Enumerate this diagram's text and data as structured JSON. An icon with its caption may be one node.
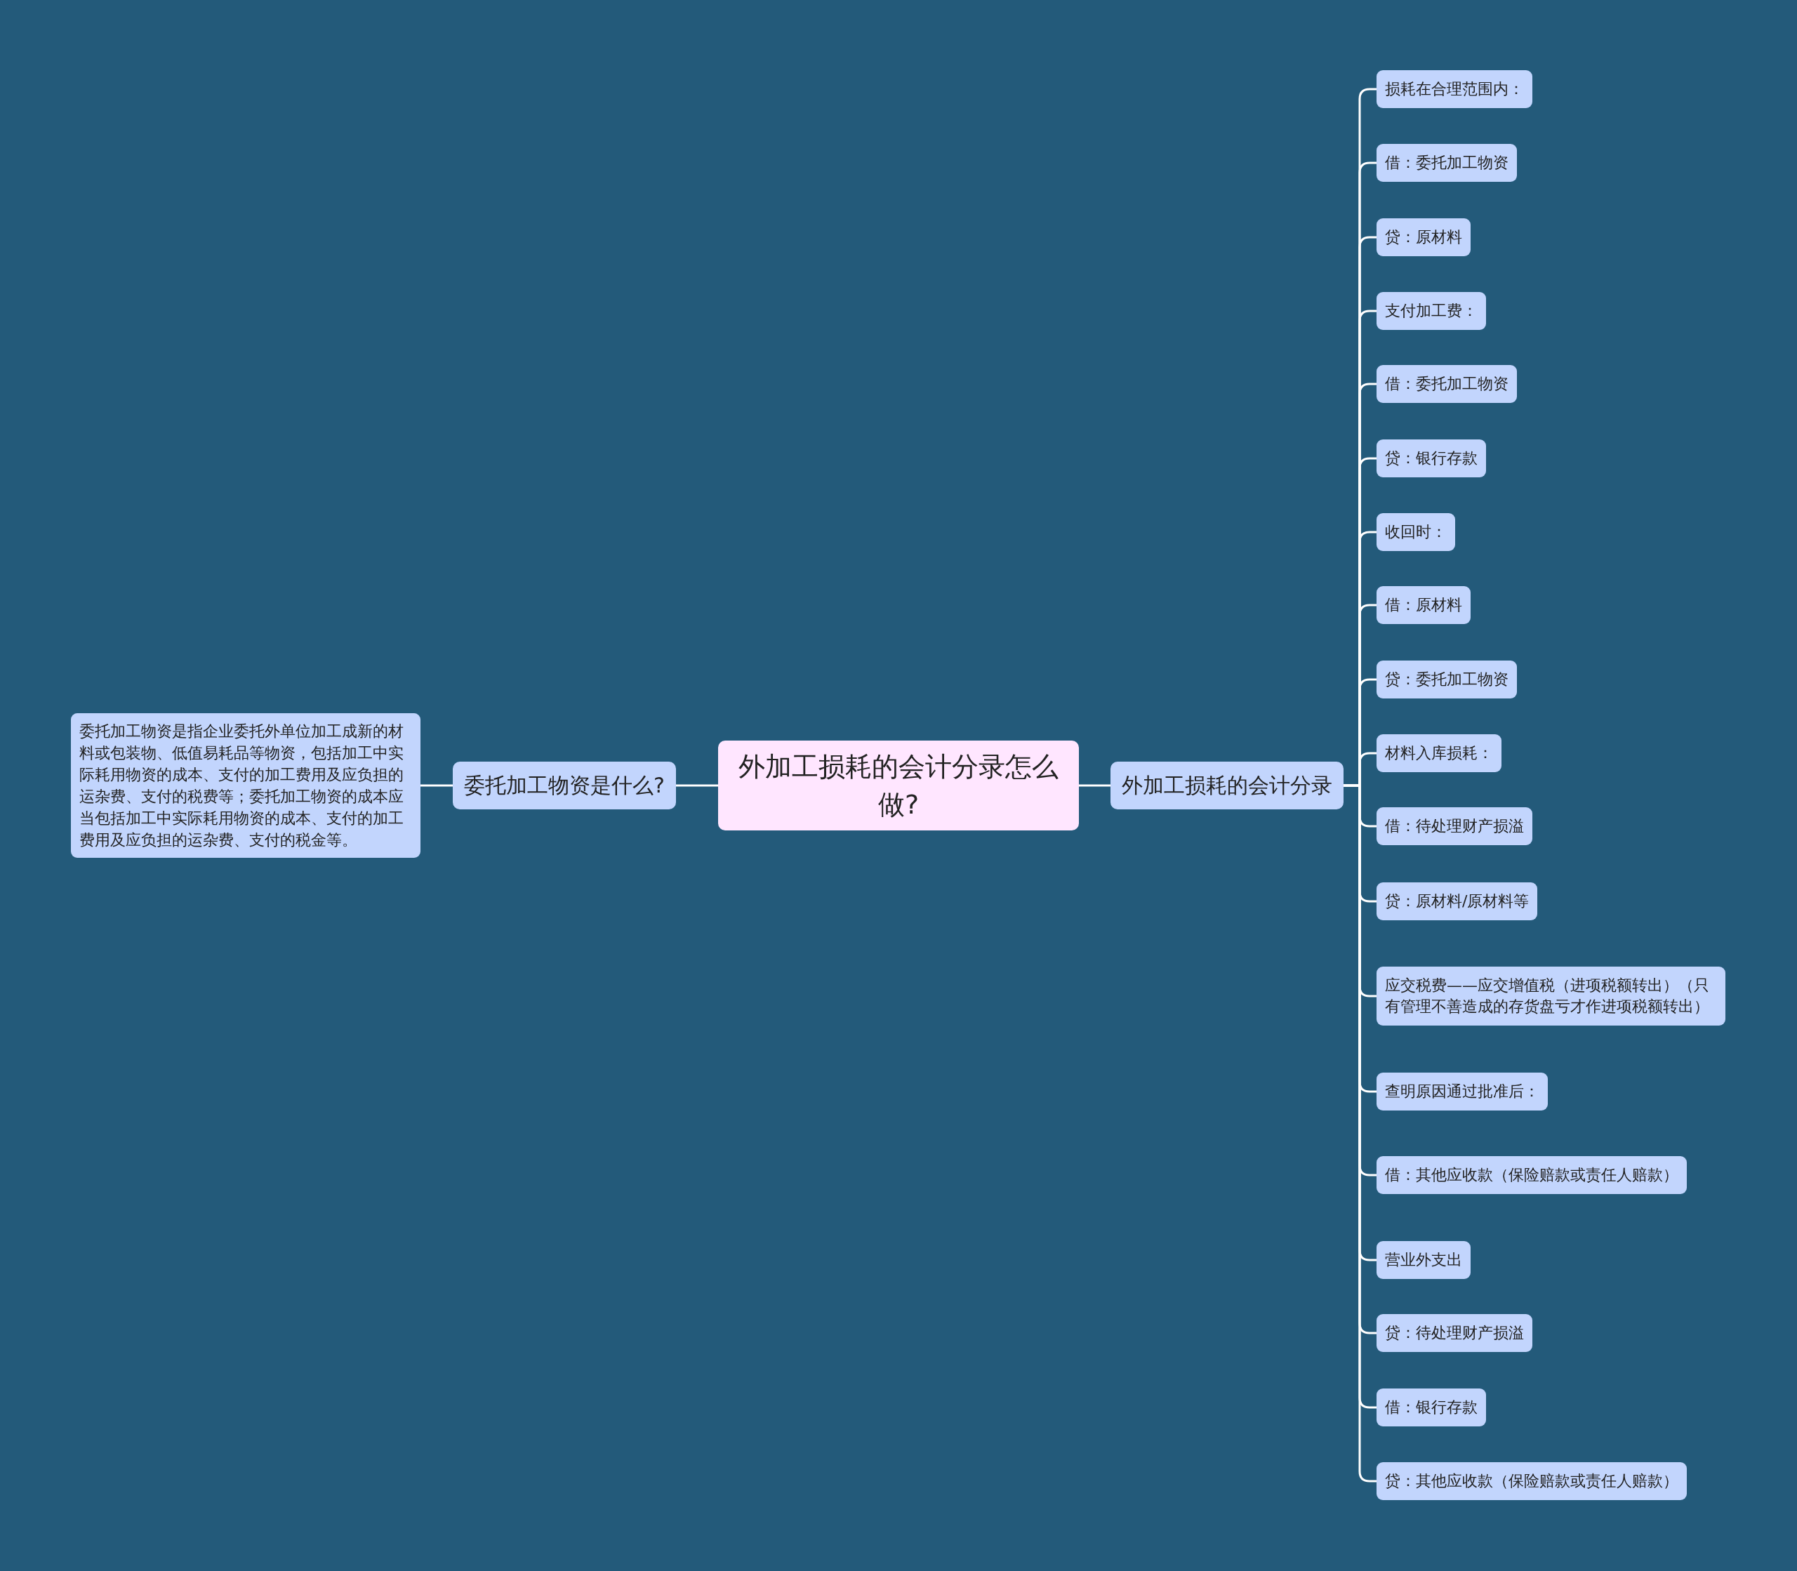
{
  "diagram": {
    "nodes": [
      {
        "text": [
          "外加工损耗的会计分录怎么做?"
        ]
      },
      {
        "text": [
          "委托加工物资是什么?"
        ]
      },
      {
        "text": [
          "委托加工物资是指企业委托外单位加工成新的材料或包装物、低值易耗品等物资，包括加工中实际耗用物资的成本、支付的加工费用及应负担的运杂费、支付的税费等；委托加工物资的成本应当包括加工中实际耗用物资的成本、支付的加工费用及应负担的运杂费、支付的税金等。"
        ]
      },
      {
        "text": [
          "外加工损耗的会计分录"
        ]
      },
      {
        "text": [
          "损耗在合理范围内："
        ]
      },
      {
        "text": [
          "借：委托加工物资"
        ]
      },
      {
        "text": [
          "贷：原材料"
        ]
      },
      {
        "text": [
          "支付加工费："
        ]
      },
      {
        "text": [
          "借：委托加工物资"
        ]
      },
      {
        "text": [
          "贷：银行存款"
        ]
      },
      {
        "text": [
          "收回时："
        ]
      },
      {
        "text": [
          "借：原材料"
        ]
      },
      {
        "text": [
          "贷：委托加工物资"
        ]
      },
      {
        "text": [
          "材料入库损耗："
        ]
      },
      {
        "text": [
          "借：待处理财产损溢"
        ]
      },
      {
        "text": [
          "贷：原材料/原材料等"
        ]
      },
      {
        "text": [
          "应交税费——应交增值税（进项税额转出）（只有管理不善造成的存货盘亏才作进项税额转出）"
        ]
      },
      {
        "text": [
          "查明原因通过批准后："
        ]
      },
      {
        "text": [
          "借：其他应收款（保险赔款或责任人赔款）"
        ]
      },
      {
        "text": [
          "营业外支出"
        ]
      },
      {
        "text": [
          "贷：待处理财产损溢"
        ]
      },
      {
        "text": [
          "借：银行存款"
        ]
      },
      {
        "text": [
          "贷：其他应收款（保险赔款或责任人赔款）"
        ]
      }
    ],
    "edges": [
      {
        "from": 0,
        "to": 1,
        "arrow": "none"
      },
      {
        "from": 1,
        "to": 2,
        "arrow": "none"
      },
      {
        "from": 0,
        "to": 3,
        "arrow": "none"
      },
      {
        "from": 3,
        "to": 4,
        "arrow": "none"
      },
      {
        "from": 3,
        "to": 5,
        "arrow": "none"
      },
      {
        "from": 3,
        "to": 6,
        "arrow": "none"
      },
      {
        "from": 3,
        "to": 7,
        "arrow": "none"
      },
      {
        "from": 3,
        "to": 8,
        "arrow": "none"
      },
      {
        "from": 3,
        "to": 9,
        "arrow": "none"
      },
      {
        "from": 3,
        "to": 10,
        "arrow": "none"
      },
      {
        "from": 3,
        "to": 11,
        "arrow": "none"
      },
      {
        "from": 3,
        "to": 12,
        "arrow": "none"
      },
      {
        "from": 3,
        "to": 13,
        "arrow": "none"
      },
      {
        "from": 3,
        "to": 14,
        "arrow": "none"
      },
      {
        "from": 3,
        "to": 15,
        "arrow": "none"
      },
      {
        "from": 3,
        "to": 16,
        "arrow": "none"
      },
      {
        "from": 3,
        "to": 17,
        "arrow": "none"
      },
      {
        "from": 3,
        "to": 18,
        "arrow": "none"
      },
      {
        "from": 3,
        "to": 19,
        "arrow": "none"
      },
      {
        "from": 3,
        "to": 20,
        "arrow": "none"
      },
      {
        "from": 3,
        "to": 21,
        "arrow": "none"
      },
      {
        "from": 3,
        "to": 22,
        "arrow": "none"
      }
    ]
  }
}
